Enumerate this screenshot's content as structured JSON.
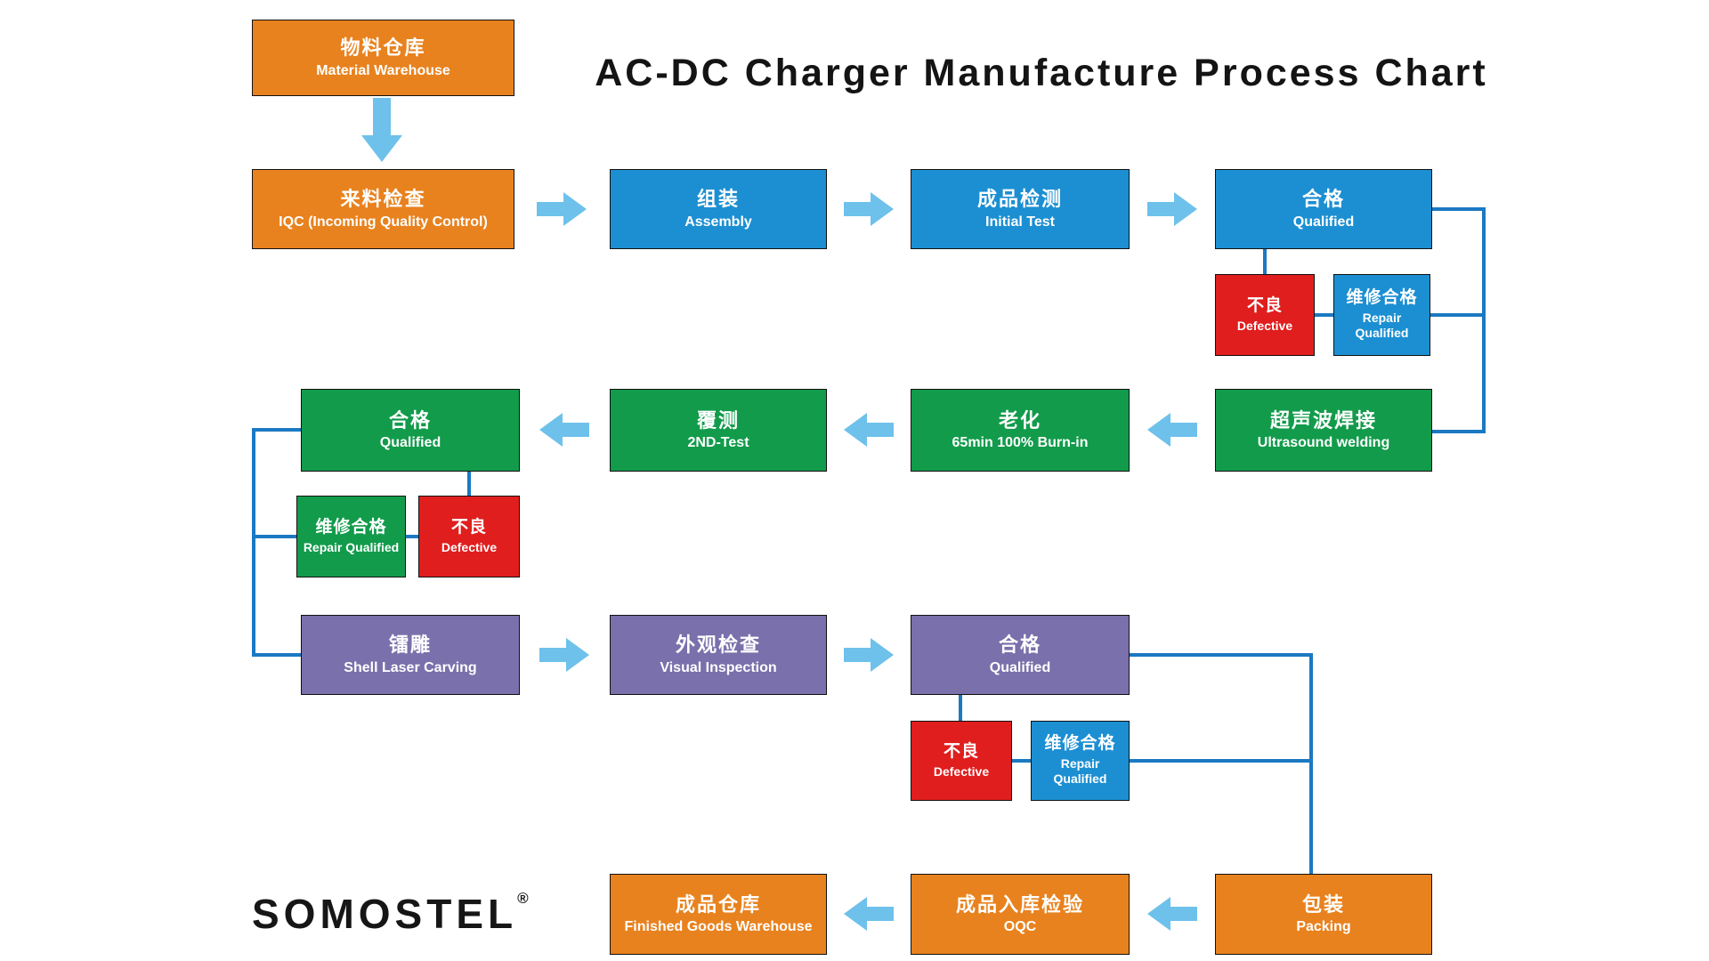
{
  "title": "AC-DC Charger Manufacture Process Chart",
  "logo": {
    "name": "SOMOSTEL",
    "registered": "®"
  },
  "colors": {
    "orange": "#E8821E",
    "blue": "#1C8FD2",
    "green": "#129B4B",
    "red": "#E01E1E",
    "purple": "#7A70AB",
    "arrow": "#6EC1EB",
    "connector": "#1B79C2",
    "title_text": "#141414",
    "node_text": "#FFFFFF"
  },
  "nodes": {
    "material_warehouse": {
      "zh": "物料仓库",
      "en": "Material Warehouse"
    },
    "iqc": {
      "zh": "来料检查",
      "en": "IQC (Incoming Quality Control)"
    },
    "assembly": {
      "zh": "组装",
      "en": "Assembly"
    },
    "initial_test": {
      "zh": "成品检测",
      "en": "Initial Test"
    },
    "qualified_initial": {
      "zh": "合格",
      "en": "Qualified"
    },
    "defective_initial": {
      "zh": "不良",
      "en": "Defective"
    },
    "repair_qualified_initial": {
      "zh": "维修合格",
      "en": "Repair Qualified"
    },
    "ultrasound_welding": {
      "zh": "超声波焊接",
      "en": "Ultrasound welding"
    },
    "burn_in": {
      "zh": "老化",
      "en": "65min 100% Burn-in"
    },
    "second_test": {
      "zh": "覆测",
      "en": "2ND-Test"
    },
    "qualified_burn_in": {
      "zh": "合格",
      "en": "Qualified"
    },
    "repair_qualified_burn_in": {
      "zh": "维修合格",
      "en": "Repair Qualified"
    },
    "defective_burn_in": {
      "zh": "不良",
      "en": "Defective"
    },
    "shell_laser_carving": {
      "zh": "镭雕",
      "en": "Shell Laser Carving"
    },
    "visual_inspection": {
      "zh": "外观检查",
      "en": "Visual Inspection"
    },
    "qualified_visual": {
      "zh": "合格",
      "en": "Qualified"
    },
    "defective_visual": {
      "zh": "不良",
      "en": "Defective"
    },
    "repair_qualified_visual": {
      "zh": "维修合格",
      "en": "Repair Qualified"
    },
    "packing": {
      "zh": "包装",
      "en": "Packing"
    },
    "oqc": {
      "zh": "成品入库检验",
      "en": "OQC"
    },
    "finished_goods_warehouse": {
      "zh": "成品仓库",
      "en": "Finished Goods Warehouse"
    }
  },
  "edges": [
    [
      "material_warehouse",
      "iqc"
    ],
    [
      "iqc",
      "assembly"
    ],
    [
      "assembly",
      "initial_test"
    ],
    [
      "initial_test",
      "qualified_initial"
    ],
    [
      "qualified_initial",
      "defective_initial"
    ],
    [
      "defective_initial",
      "repair_qualified_initial"
    ],
    [
      "repair_qualified_initial",
      "ultrasound_welding"
    ],
    [
      "qualified_initial",
      "ultrasound_welding"
    ],
    [
      "ultrasound_welding",
      "burn_in"
    ],
    [
      "burn_in",
      "second_test"
    ],
    [
      "second_test",
      "qualified_burn_in"
    ],
    [
      "qualified_burn_in",
      "defective_burn_in"
    ],
    [
      "defective_burn_in",
      "repair_qualified_burn_in"
    ],
    [
      "repair_qualified_burn_in",
      "shell_laser_carving"
    ],
    [
      "qualified_burn_in",
      "shell_laser_carving"
    ],
    [
      "shell_laser_carving",
      "visual_inspection"
    ],
    [
      "visual_inspection",
      "qualified_visual"
    ],
    [
      "qualified_visual",
      "defective_visual"
    ],
    [
      "defective_visual",
      "repair_qualified_visual"
    ],
    [
      "repair_qualified_visual",
      "packing"
    ],
    [
      "qualified_visual",
      "packing"
    ],
    [
      "packing",
      "oqc"
    ],
    [
      "oqc",
      "finished_goods_warehouse"
    ]
  ]
}
